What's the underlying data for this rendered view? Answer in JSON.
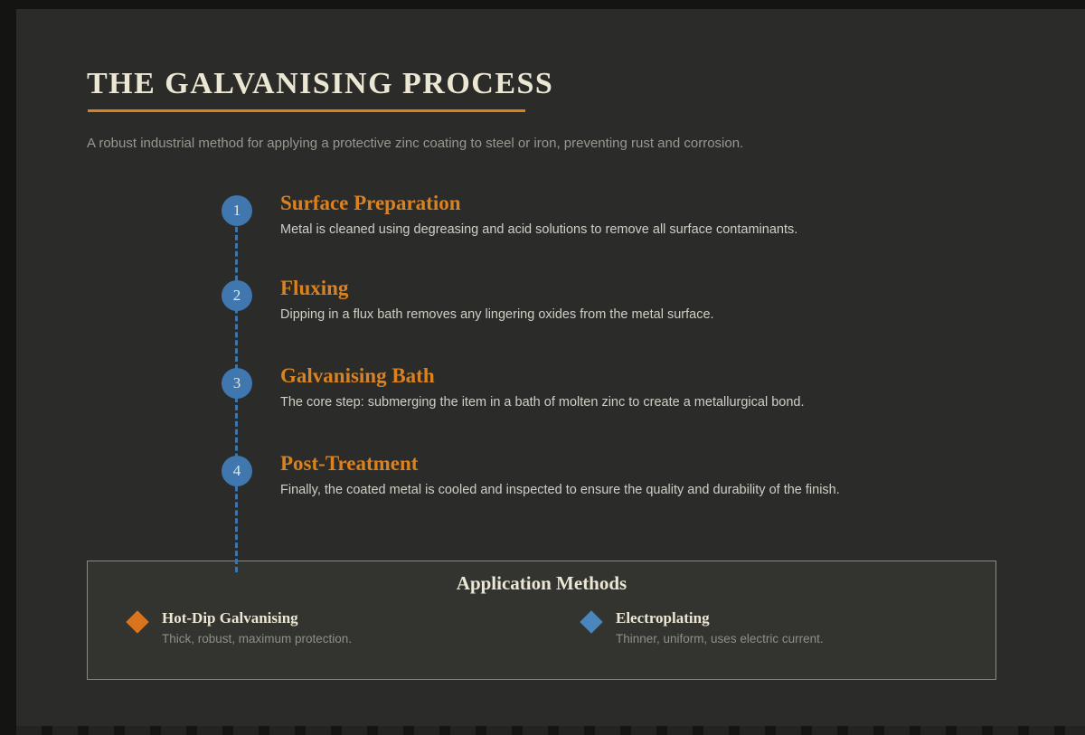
{
  "page": {
    "title": "THE GALVANISING PROCESS",
    "subtitle": "A robust industrial method for applying a protective zinc coating to steel or iron, preventing rust and corrosion."
  },
  "colors": {
    "accent_orange": "#d9821f",
    "accent_blue": "#3f77ae",
    "cream_text": "#ece7d3",
    "panel_background": "#2b2b29"
  },
  "steps": [
    {
      "number": "1",
      "title": "Surface Preparation",
      "description": "Metal is cleaned using degreasing and acid solutions to remove all surface contaminants."
    },
    {
      "number": "2",
      "title": "Fluxing",
      "description": "Dipping in a flux bath removes any lingering oxides from the metal surface."
    },
    {
      "number": "3",
      "title": "Galvanising Bath",
      "description": "The core step: submerging the item in a bath of molten zinc to create a metallurgical bond."
    },
    {
      "number": "4",
      "title": "Post-Treatment",
      "description": "Finally, the coated metal is cooled and inspected to ensure the quality and durability of the finish."
    }
  ],
  "application_methods": {
    "title": "Application Methods",
    "methods": [
      {
        "name": "Hot-Dip Galvanising",
        "description": "Thick, robust, maximum protection.",
        "color": "#d9731c"
      },
      {
        "name": "Electroplating",
        "description": "Thinner, uniform, uses electric current.",
        "color": "#4a86bd"
      }
    ]
  }
}
